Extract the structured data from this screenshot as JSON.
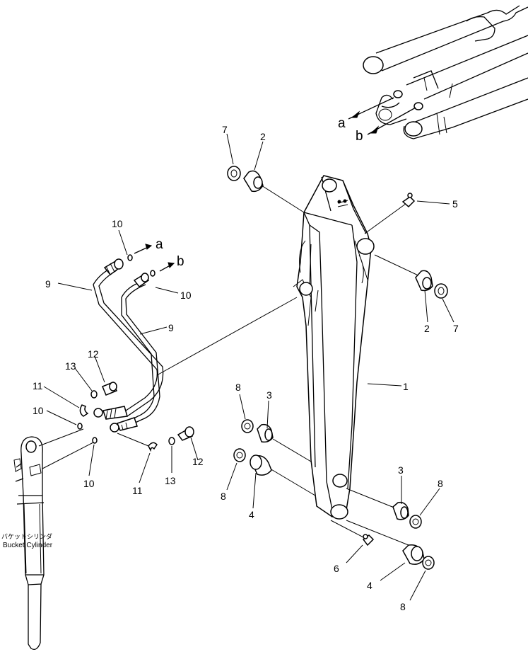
{
  "callouts": {
    "arm": "1",
    "bushing_top": "2",
    "bushing_top_right": "2",
    "bushing_low_left": "3",
    "bushing_low_right": "3",
    "collar_left": "4",
    "collar_right": "4",
    "grease_fitting_top": "5",
    "grease_fitting_bottom": "6",
    "seal_top_left": "7",
    "seal_right": "7",
    "seal_low_left_a": "8",
    "seal_low_left_b": "8",
    "seal_low_right_a": "8",
    "seal_low_right_b": "8",
    "hose_left": "9",
    "hose_right": "9",
    "oring_a": "10",
    "oring_b": "10",
    "oring_left_1": "10",
    "oring_left_2": "10",
    "clamp_left": "11",
    "clamp_right": "11",
    "bolt_left": "12",
    "bolt_right": "12",
    "washer_left": "13",
    "washer_right": "13"
  },
  "connection_marks": {
    "a_top": "a",
    "b_top": "b",
    "a_hose": "a",
    "b_hose": "b"
  },
  "cylinder_label": {
    "japanese": "バケットシリンダ",
    "english": "Bucket Cylinder"
  }
}
